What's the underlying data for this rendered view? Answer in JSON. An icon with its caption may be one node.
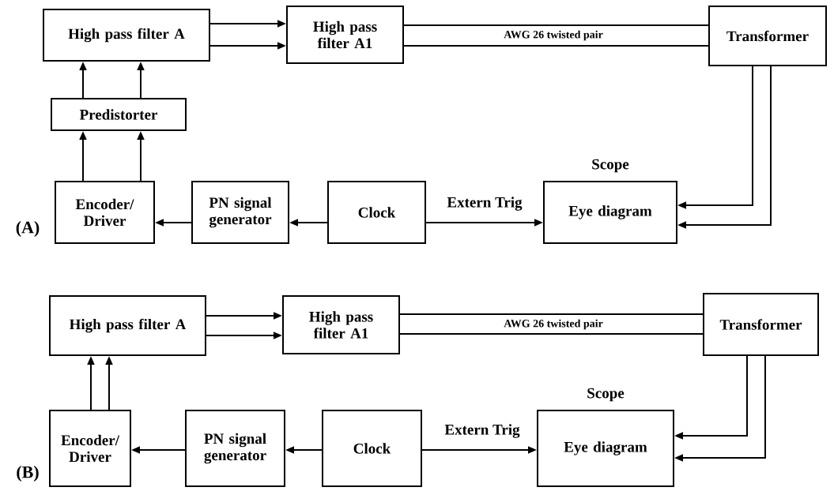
{
  "diagram": {
    "nodes": [
      {
        "text": [
          "High pass filter A"
        ]
      },
      {
        "text": [
          "High pass filter A1"
        ]
      },
      {
        "text": [
          "Transformer"
        ]
      },
      {
        "text": [
          "Predistorter"
        ]
      },
      {
        "text": [
          "Encoder/ Driver"
        ]
      },
      {
        "text": [
          "PN signal generator"
        ]
      },
      {
        "text": [
          "Clock"
        ]
      },
      {
        "text": [
          "Eye diagram"
        ],
        "beside": [
          "Scope"
        ]
      },
      {
        "text": [
          "High pass filter A"
        ]
      },
      {
        "text": [
          "High pass filter A1"
        ]
      },
      {
        "text": [
          "Transformer"
        ]
      },
      {
        "text": [
          "Encoder/ Driver"
        ]
      },
      {
        "text": [
          "PN signal generator"
        ]
      },
      {
        "text": [
          "Clock"
        ]
      },
      {
        "text": [
          "Eye diagram"
        ],
        "beside": [
          "Scope"
        ]
      }
    ],
    "edges": [
      {
        "from": 0,
        "to": 1,
        "arrow": "to"
      },
      {
        "from": 0,
        "to": 1,
        "arrow": "to"
      },
      {
        "from": 1,
        "to": 2,
        "arrow": "none",
        "label": "AWG 26 twisted pair"
      },
      {
        "from": 1,
        "to": 2,
        "arrow": "none"
      },
      {
        "from": 2,
        "to": 7,
        "arrow": "to"
      },
      {
        "from": 2,
        "to": 7,
        "arrow": "to"
      },
      {
        "from": 3,
        "to": 0,
        "arrow": "to"
      },
      {
        "from": 3,
        "to": 0,
        "arrow": "to"
      },
      {
        "from": 4,
        "to": 3,
        "arrow": "to"
      },
      {
        "from": 4,
        "to": 3,
        "arrow": "to"
      },
      {
        "from": 5,
        "to": 4,
        "arrow": "to"
      },
      {
        "from": 6,
        "to": 5,
        "arrow": "to"
      },
      {
        "from": 6,
        "to": 7,
        "arrow": "to",
        "label": "Extern Trig"
      },
      {
        "from": 8,
        "to": 9,
        "arrow": "to"
      },
      {
        "from": 8,
        "to": 9,
        "arrow": "to"
      },
      {
        "from": 9,
        "to": 10,
        "arrow": "none",
        "label": "AWG 26 twisted pair"
      },
      {
        "from": 9,
        "to": 10,
        "arrow": "none"
      },
      {
        "from": 10,
        "to": 14,
        "arrow": "to"
      },
      {
        "from": 10,
        "to": 14,
        "arrow": "to"
      },
      {
        "from": 11,
        "to": 8,
        "arrow": "to"
      },
      {
        "from": 11,
        "to": 8,
        "arrow": "to"
      },
      {
        "from": 12,
        "to": 11,
        "arrow": "to"
      },
      {
        "from": 13,
        "to": 12,
        "arrow": "to"
      },
      {
        "from": 13,
        "to": 14,
        "arrow": "to",
        "label": "Extern Trig"
      }
    ],
    "labels": [
      "(A)",
      "(B)"
    ]
  }
}
